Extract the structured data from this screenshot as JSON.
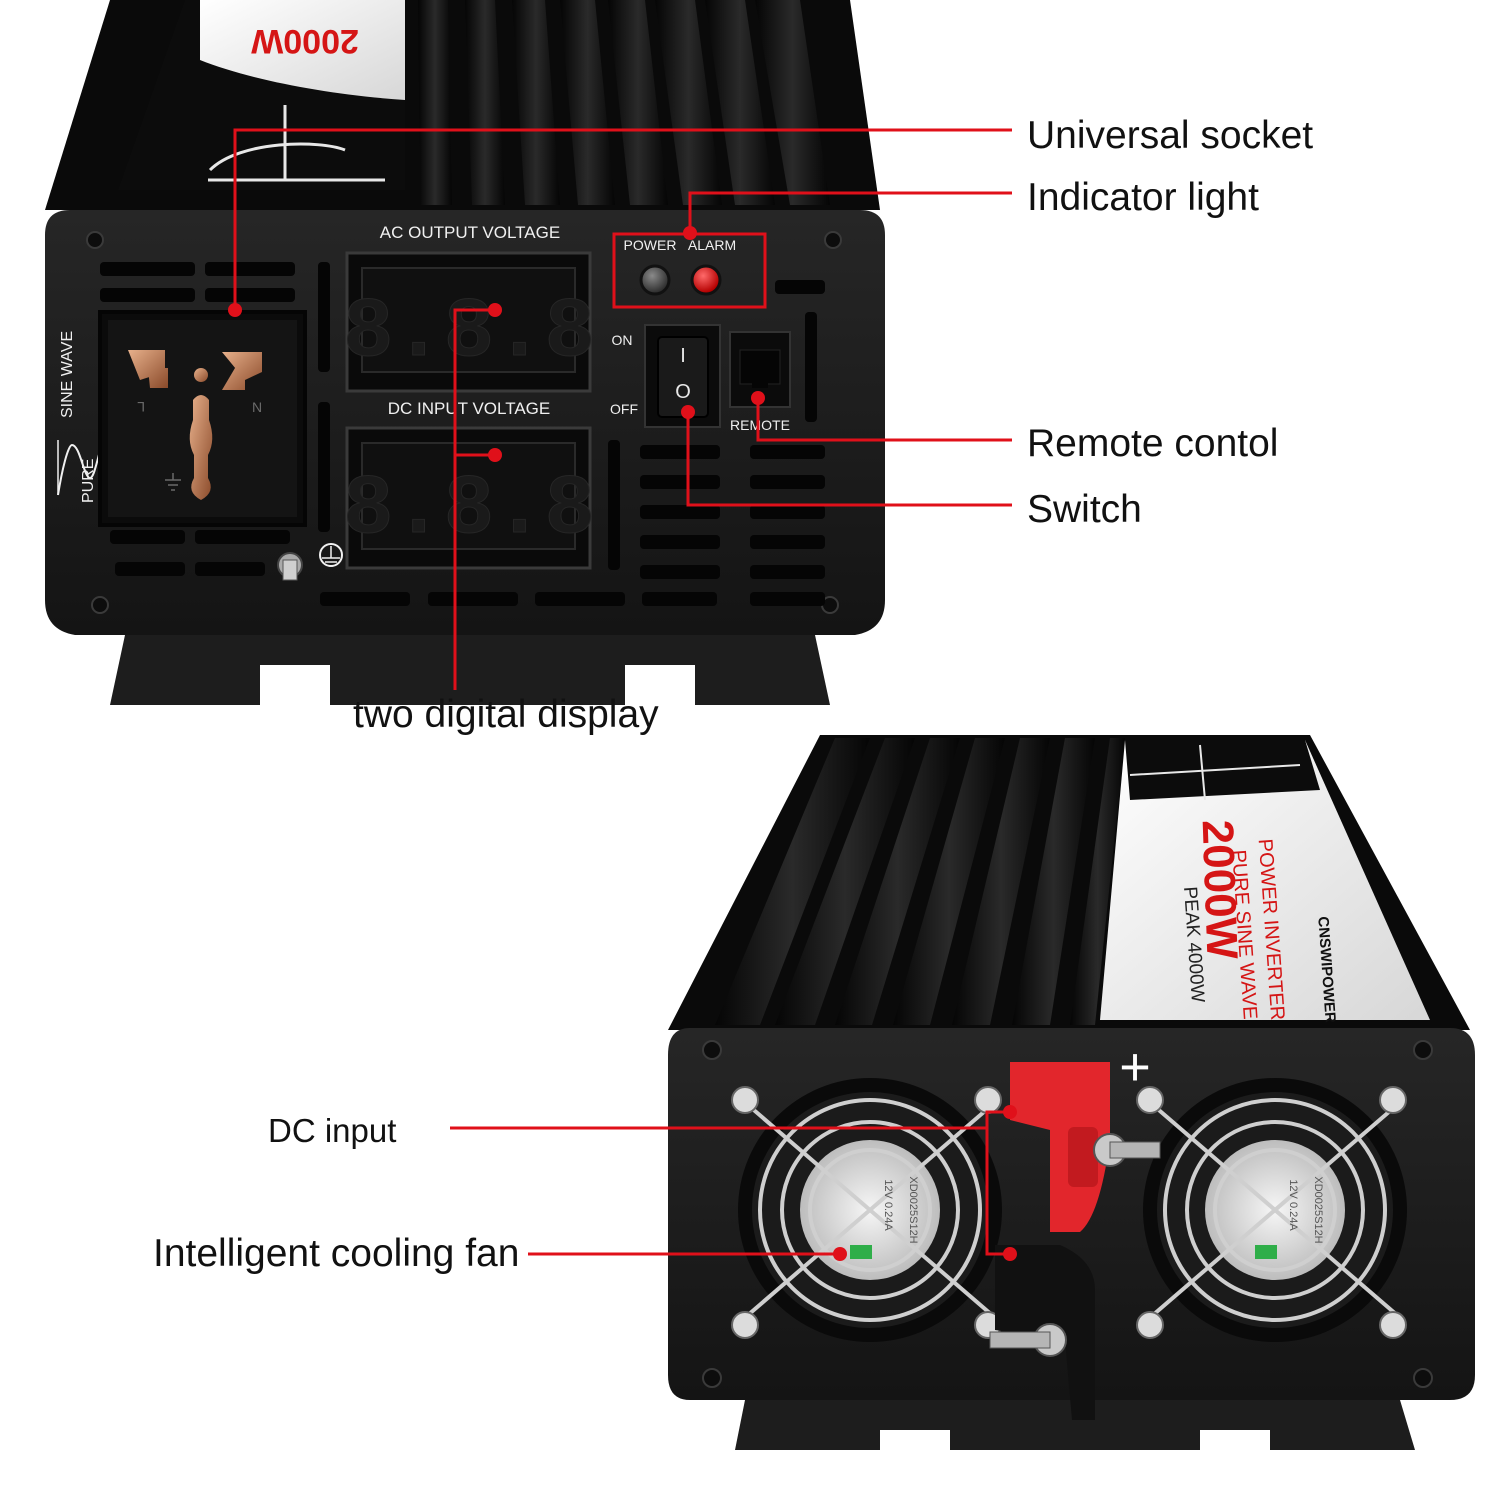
{
  "callouts": {
    "universal_socket": "Universal socket",
    "indicator_light": "Indicator light",
    "remote_control": "Remote contol",
    "switch": "Switch",
    "two_digital_display": "two digital display",
    "dc_input": "DC input",
    "cooling_fan": "Intelligent cooling fan"
  },
  "front_panel": {
    "ac_output_label": "AC OUTPUT VOLTAGE",
    "dc_input_label": "DC INPUT VOLTAGE",
    "power_label": "POWER",
    "alarm_label": "ALARM",
    "on_label": "ON",
    "off_label": "OFF",
    "remote_label": "REMOTE",
    "sine_wave_label": "SINE WAVE",
    "pure_label": "PURE",
    "switch_on_symbol": "I",
    "switch_off_symbol": "O",
    "socket_l": "L",
    "socket_n": "N",
    "display_digits": "8.8.8"
  },
  "top_label": {
    "wattage_top": "2000W"
  },
  "rear_label": {
    "wattage": "2000W",
    "power_inverter": "POWER INVERTER",
    "pure_sine_wave": "PURE SINE WAVE",
    "peak": "PEAK  4000W",
    "brand": "CNSWIPOWER"
  },
  "rear_panel": {
    "plus_sign": "+",
    "fan_model": "XD0025S12H",
    "fan_spec": "12V  0.24A"
  },
  "colors": {
    "accent_red": "#e0101a",
    "panel": "#1c1c1c",
    "fin": "#0b0b0b",
    "label_white": "#f4f4f4"
  }
}
